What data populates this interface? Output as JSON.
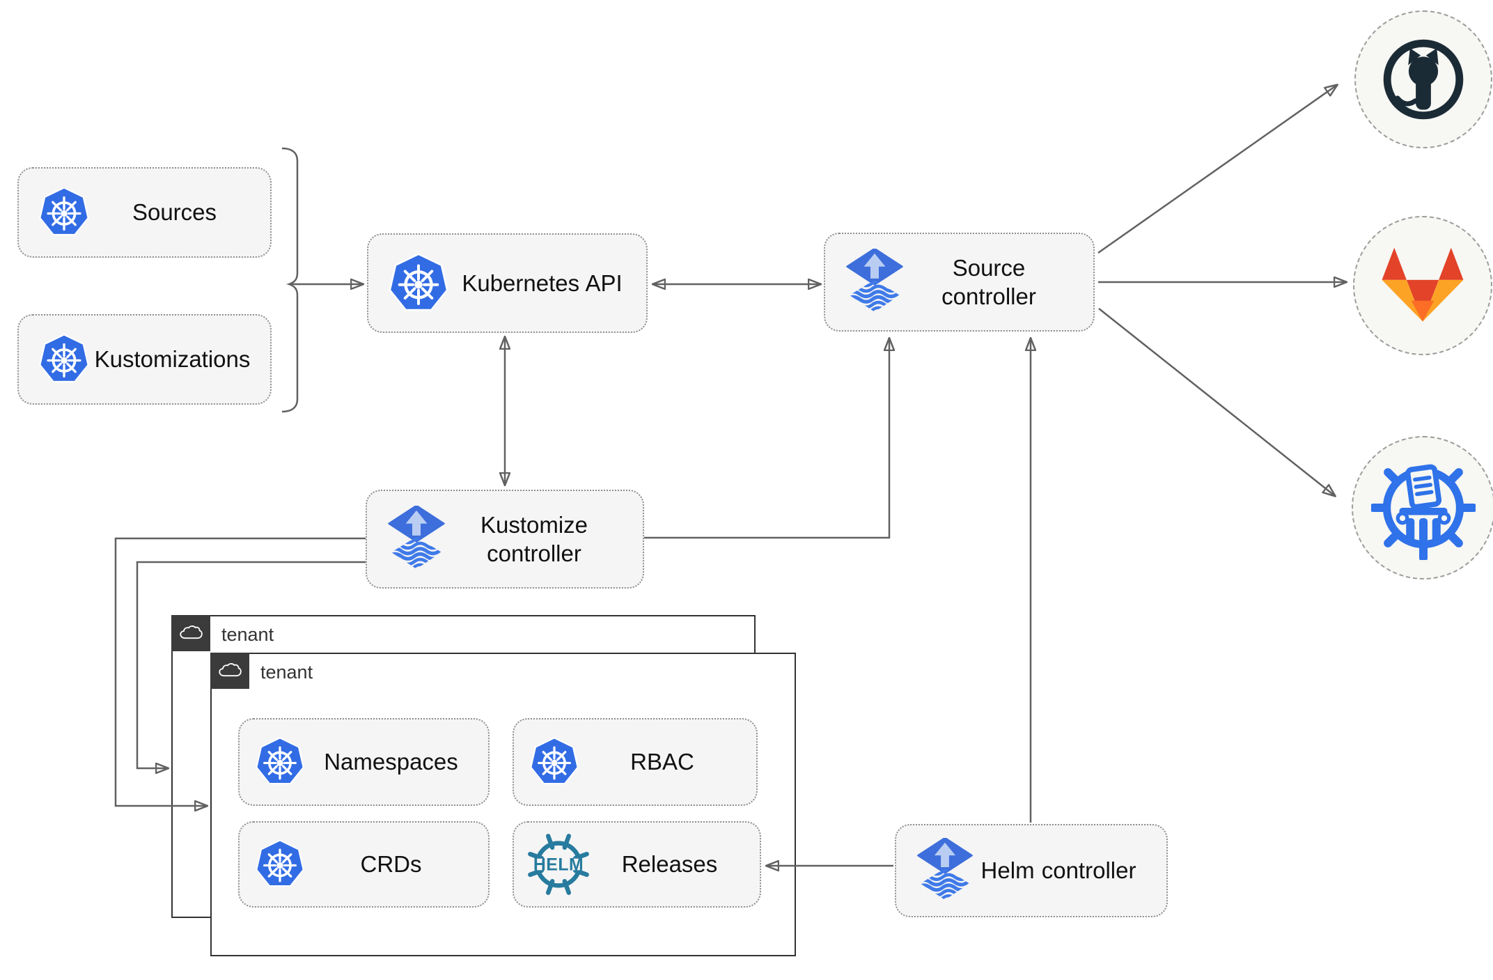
{
  "nodes": {
    "sources": {
      "label": "Sources"
    },
    "kustomizations": {
      "label": "Kustomizations"
    },
    "kubernetes_api": {
      "label": "Kubernetes API"
    },
    "source_controller": {
      "label": "Source controller"
    },
    "kustomize_controller": {
      "label": "Kustomize controller"
    },
    "helm_controller": {
      "label": "Helm controller"
    },
    "tenant_outer": {
      "label": "tenant"
    },
    "tenant_inner": {
      "label": "tenant"
    },
    "namespaces": {
      "label": "Namespaces"
    },
    "rbac": {
      "label": "RBAC"
    },
    "crds": {
      "label": "CRDs"
    },
    "releases": {
      "label": "Releases"
    }
  },
  "icons": {
    "helm_wordmark": "HELM",
    "kubernetes": "kubernetes-logo",
    "flux": "flux-logo",
    "github": "github-logo",
    "gitlab": "gitlab-logo",
    "chartmuseum": "chartmuseum-logo",
    "cloud": "cloud-icon"
  },
  "colors": {
    "kubernetes_blue": "#326ce5",
    "flux_blue": "#3d6edb",
    "flux_arrow_light": "#b9cdf3",
    "helm_teal": "#277b9e",
    "github_dark": "#1b2b36",
    "gitlab_red": "#e24329",
    "gitlab_orange": "#fc6d26",
    "gitlab_amber": "#fca326",
    "chartmuseum_blue": "#2f72e9",
    "connector_gray": "#616161",
    "node_fill": "#f5f5f5",
    "tenant_border": "#333333",
    "tenant_badge": "#3b3b3b"
  }
}
